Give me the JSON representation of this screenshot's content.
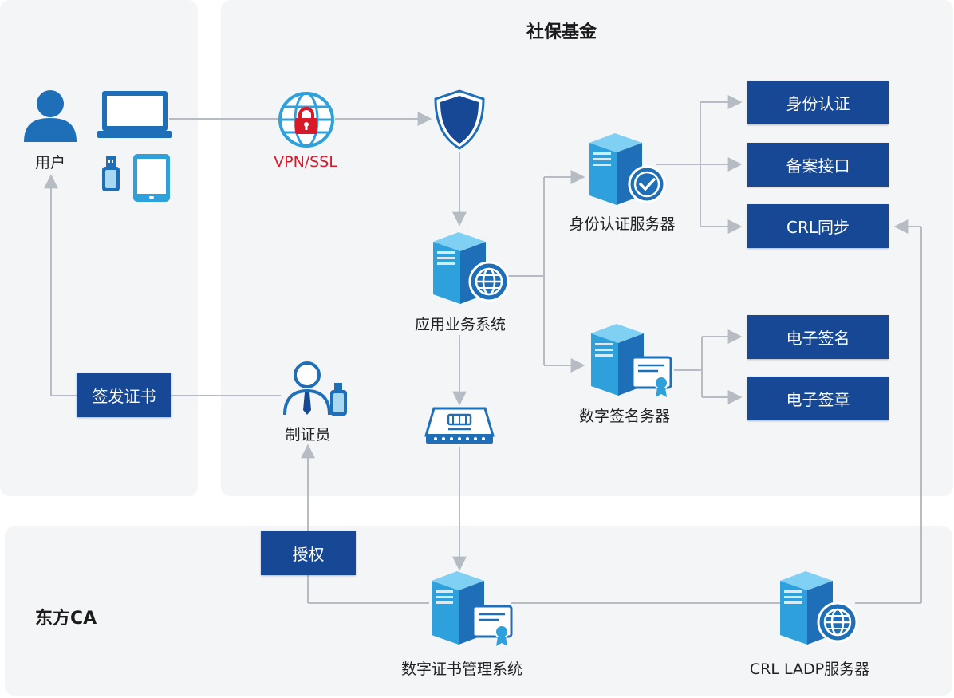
{
  "panels": {
    "fund_title": "社保基金",
    "ca_title": "东方CA"
  },
  "labels": {
    "user": "用户",
    "vpn": "VPN/SSL",
    "app_system": "应用业务系统",
    "auth_server": "身份认证服务器",
    "sign_server": "数字签名务器",
    "operator": "制证员",
    "cert_mgmt": "数字证书管理系统",
    "crl_server": "CRL  LADP服务器"
  },
  "boxes": {
    "identity_auth": "身份认证",
    "filing_api": "备案接口",
    "crl_sync": "CRL同步",
    "e_sign": "电子签名",
    "e_seal": "电子签章",
    "issue_cert": "签发证书",
    "authorize": "授权"
  },
  "icons": [
    "user-icon",
    "laptop-icon",
    "usb-key-icon",
    "tablet-icon",
    "vpn-globe-lock-icon",
    "shield-icon",
    "app-server-globe-icon",
    "auth-server-check-icon",
    "sign-server-cert-icon",
    "operator-icon",
    "switch-icon",
    "cert-mgmt-server-icon",
    "crl-ldap-server-globe-icon"
  ],
  "colors": {
    "box_fill": "#164896",
    "accent_blue": "#1f6fb8",
    "light_blue": "#2ea1dd",
    "panel_bg": "#f4f5f7",
    "line": "#b7bcc4",
    "vpn_red": "#d7192a"
  }
}
